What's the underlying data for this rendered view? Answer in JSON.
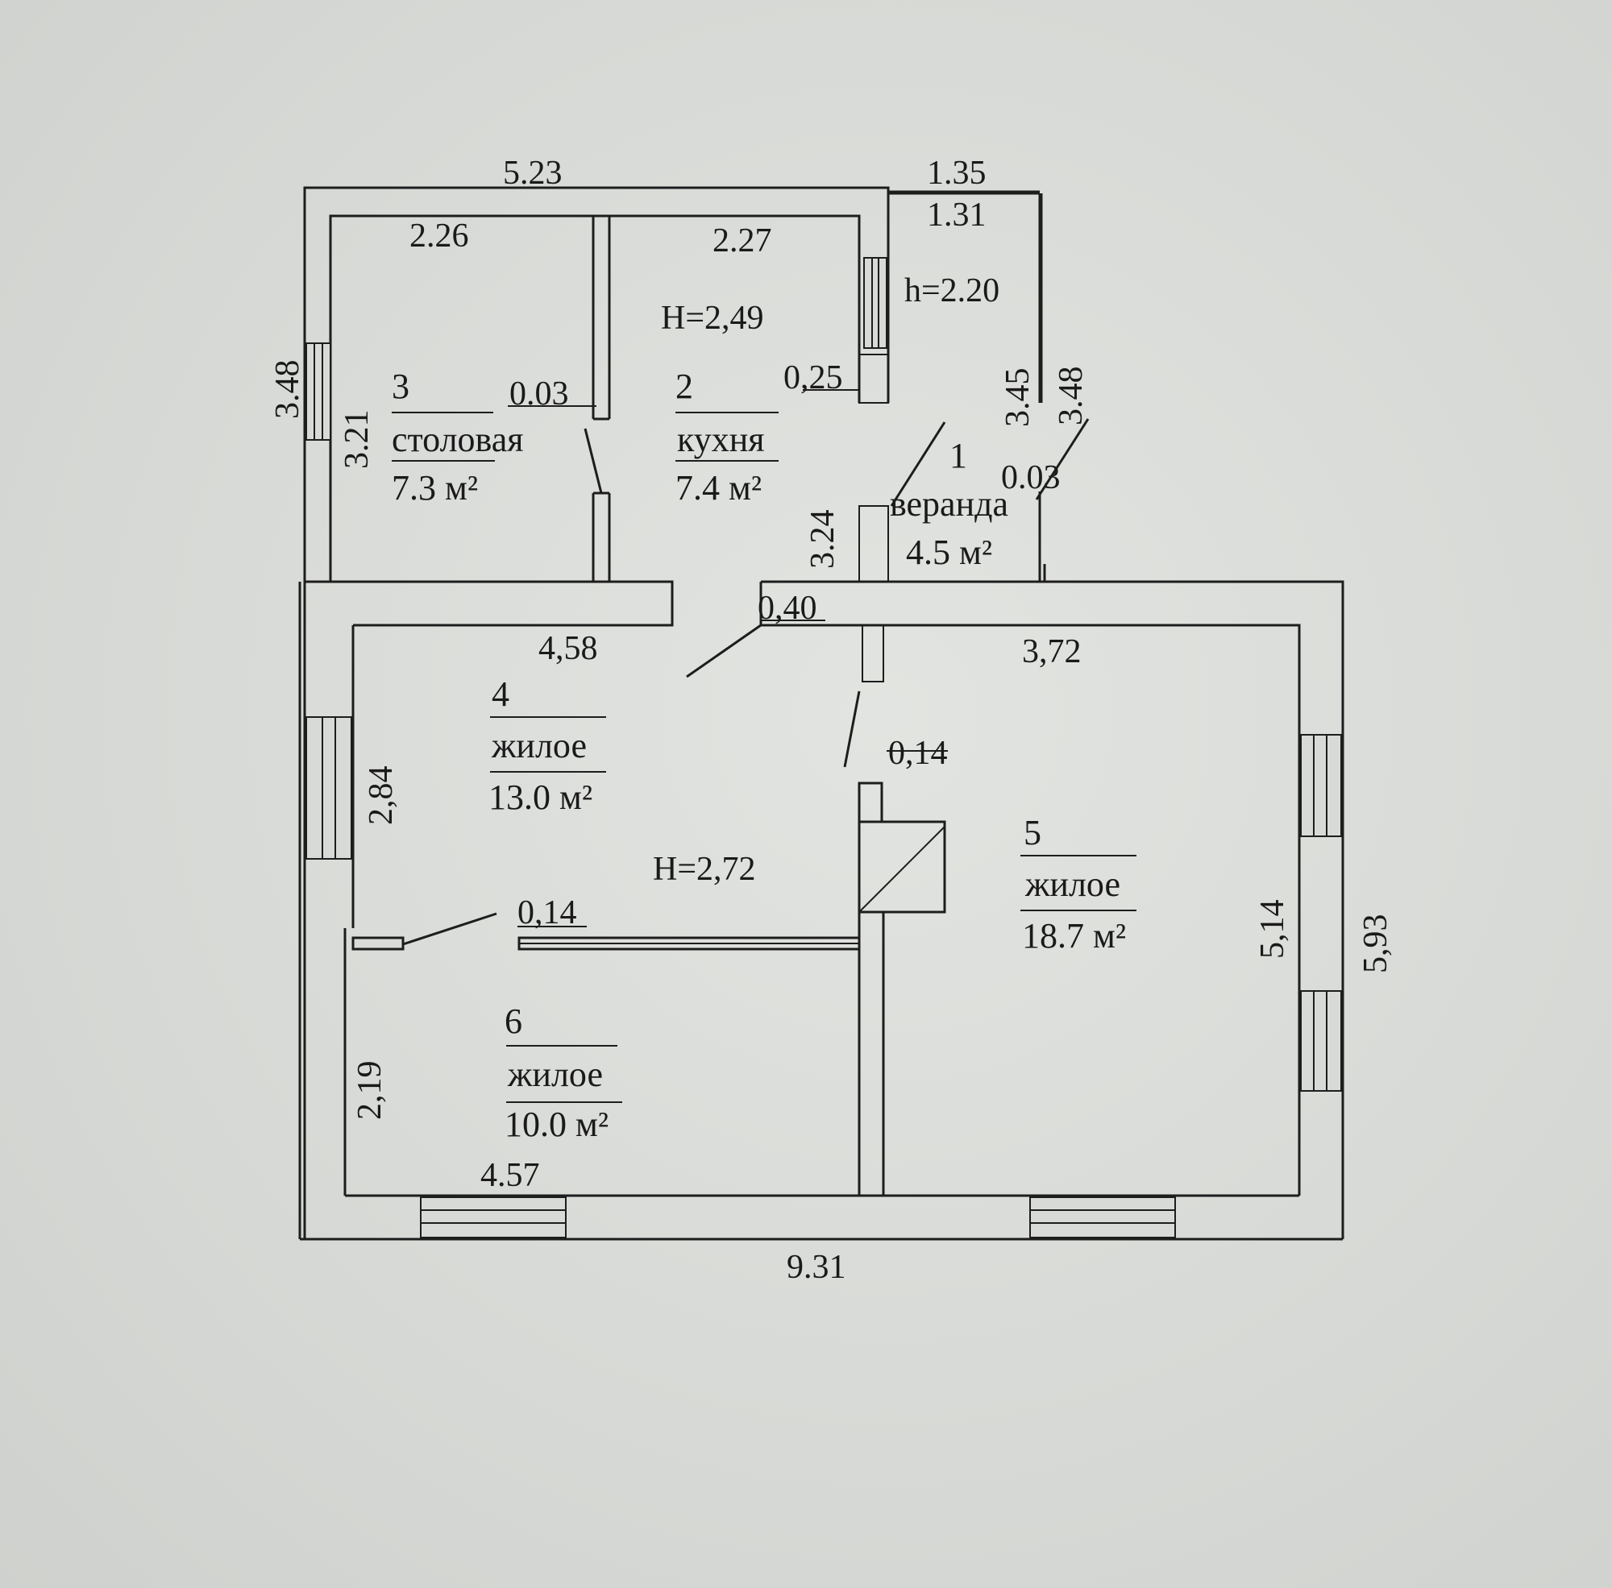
{
  "dimensions": {
    "top_overall": "5.23",
    "veranda_top_outer": "1.35",
    "veranda_top_inner": "1.31",
    "veranda_height": "h=2.20",
    "dining_top": "2.26",
    "kitchen_top": "2.27",
    "kitchen_height": "H=2,49",
    "dining_left_outer": "3.48",
    "dining_left_inner": "3.21",
    "partition_dining_kitchen": "0.03",
    "kitchen_wall": "0,25",
    "veranda_right_inner": "3.45",
    "veranda_right_outer": "3.48",
    "veranda_partition": "0.03",
    "veranda_left": "3.24",
    "wall_thickness": "0,40",
    "room4_width": "4,58",
    "room5_width": "3,72",
    "room4_height": "2,84",
    "house_height": "H=2,72",
    "stove_wall": "0,14",
    "partition_4_6": "0,14",
    "room5_height": "5,14",
    "overall_right": "5,93",
    "room6_height": "2,19",
    "room6_width": "4.57",
    "bottom_overall": "9.31"
  },
  "rooms": [
    {
      "number": "1",
      "name": "веранда",
      "area": "4.5 м²"
    },
    {
      "number": "2",
      "name": "кухня",
      "area": "7.4 м²"
    },
    {
      "number": "3",
      "name": "столовая",
      "area": "7.3 м²"
    },
    {
      "number": "4",
      "name": "жилое",
      "area": "13.0 м²"
    },
    {
      "number": "5",
      "name": "жилое",
      "area": "18.7 м²"
    },
    {
      "number": "6",
      "name": "жилое",
      "area": "10.0 м²"
    }
  ]
}
